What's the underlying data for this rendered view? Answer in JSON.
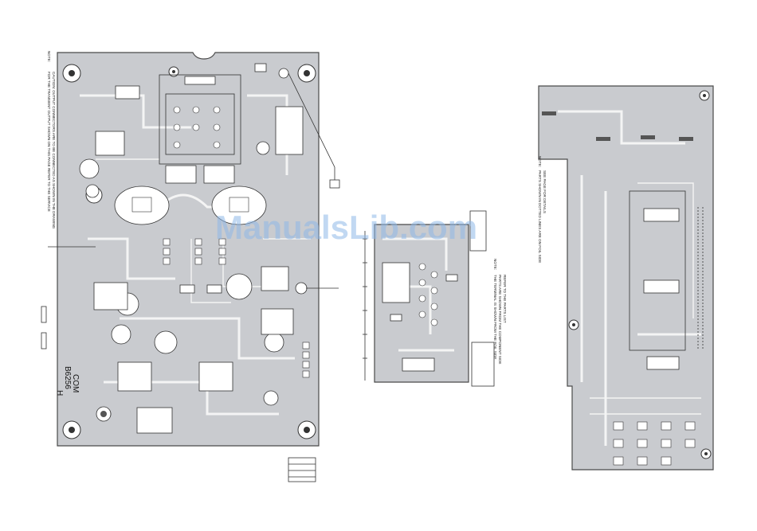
{
  "watermark": "ManualsLib.com",
  "main_board": {
    "note_title": "NOTE:",
    "note_line_1": "FOR THE TRANSIENT OUTPUT SHOWN ON THIS PAGE REFER TO THE SERVICE",
    "note_line_2": "CAUTION: OUTPUT CONNECTORS ARE TO BE CONNECTED AS SHOWN IN THE DRAWING",
    "ref_label": "COM",
    "ref_number": "B6256",
    "ref_suffix": "H"
  },
  "small_board": {
    "note_title": "NOTE:",
    "note_line_1": "THE TERMINAL IS SHOWN FROM THE FOIL SIDE",
    "note_line_2": "PARTS ARE SHOWN FROM THE COMPONENT SIDE",
    "note_line_3": "REFER TO THE PARTS LIST"
  },
  "right_board": {
    "note_title": "NOTE:",
    "note_line_1": "PARTS SHOWN IN DOTTED LINES ARE ON FOIL SIDE",
    "note_line_2": "SEE PAGE FOR DETAILS"
  }
}
